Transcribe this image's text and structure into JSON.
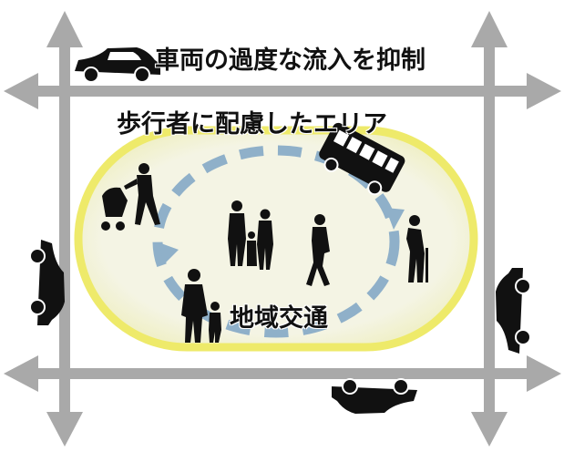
{
  "labels": {
    "traffic_restriction": "車両の過度な流入を抑制",
    "pedestrian_area": "歩行者に配慮したエリア",
    "local_traffic": "地域交通"
  },
  "colors": {
    "arrow": "#a9a9a9",
    "loop_arrow": "#8fb0c9",
    "zone_fill": "#f4f4e4",
    "zone_border": "#eeea6a",
    "silhouette": "#111111"
  },
  "icons": [
    "car-icon",
    "bus-icon",
    "stroller-person-icon",
    "family-icon",
    "walking-person-icon",
    "elderly-person-icon",
    "parent-child-icon"
  ]
}
